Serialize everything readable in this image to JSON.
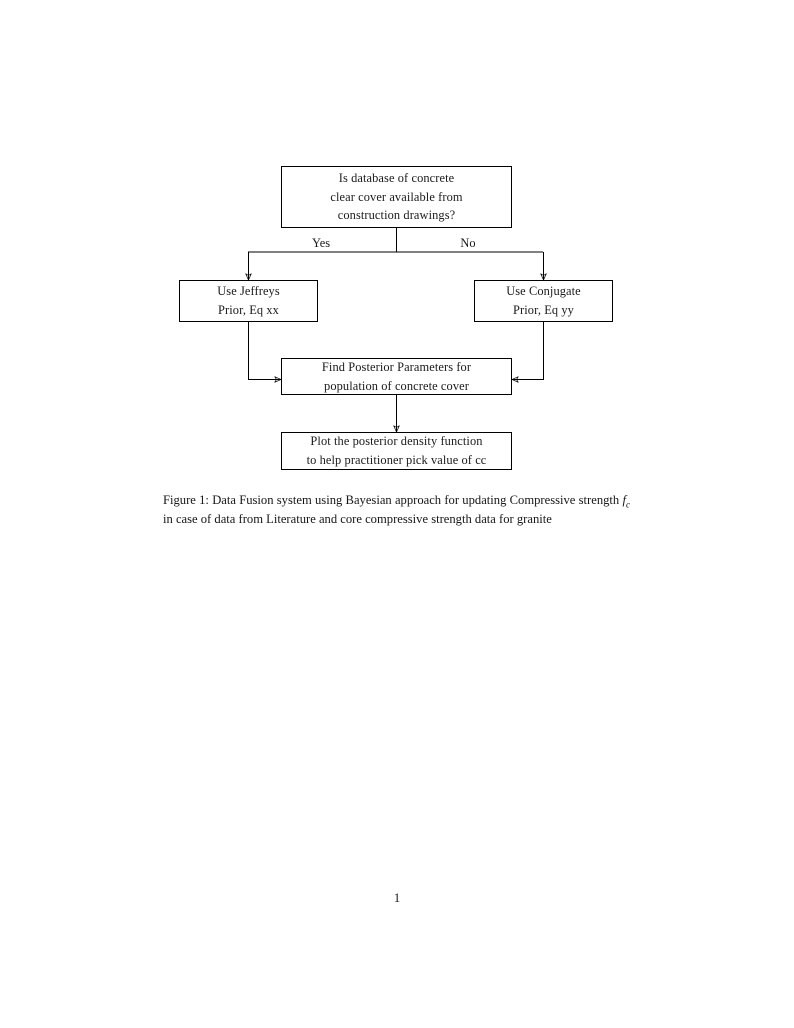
{
  "document": {
    "background_color": "#ffffff",
    "ink_color": "#000000",
    "page_number": "1"
  },
  "figure": {
    "nodes": [
      {
        "id": "decision",
        "name": "decision-node",
        "lines": [
          "Is database of concrete",
          "clear cover available from",
          "construction drawings?"
        ]
      },
      {
        "id": "jeffreys",
        "name": "jeffreys-prior-node",
        "lines": [
          "Use Jeffreys",
          "Prior, Eq xx"
        ]
      },
      {
        "id": "conjugate",
        "name": "conjugate-prior-node",
        "lines": [
          "Use Conjugate",
          "Prior, Eq yy"
        ]
      },
      {
        "id": "posterior",
        "name": "find-posterior-node",
        "lines": [
          "Find Posterior Parameters for",
          "population of concrete cover"
        ]
      },
      {
        "id": "plot",
        "name": "plot-posterior-node",
        "lines": [
          "Plot the posterior density function",
          "to help practitioner pick value of cc"
        ]
      }
    ],
    "edge_labels": {
      "yes": "Yes",
      "no": "No"
    }
  },
  "caption": {
    "label": "Figure 1:",
    "text_before_symbol": " Data Fusion system using Bayesian approach for updating Compressive strength ",
    "symbol_base": "f",
    "symbol_subscript": "c",
    "text_after_symbol": " in case of data from Literature and core compressive strength data for granite",
    "full_text": "Figure 1: Data Fusion system using Bayesian approach for updating Compressive strength fc in case of data from Literature and core compressive strength data for granite"
  }
}
